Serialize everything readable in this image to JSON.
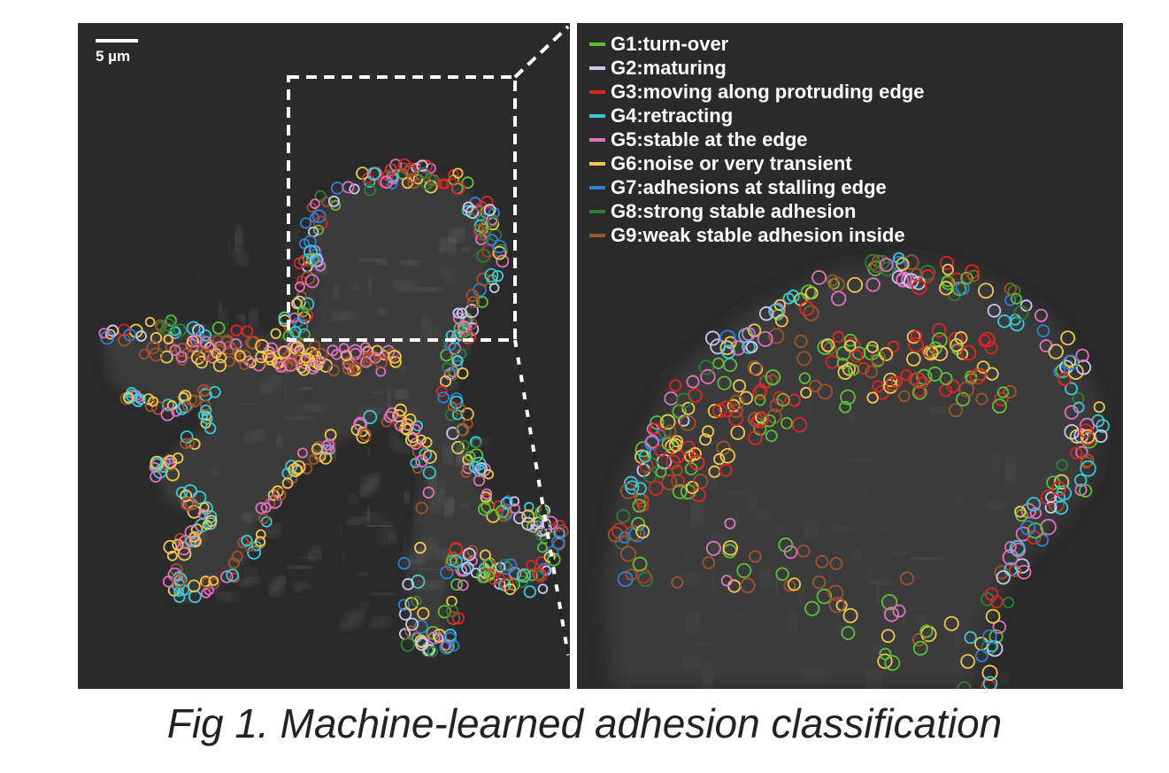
{
  "scale_bar": {
    "label": "5 µm"
  },
  "legend": [
    {
      "label": "G1:turn-over",
      "color": "#5cbf3a"
    },
    {
      "label": "G2:maturing",
      "color": "#c8c8f0"
    },
    {
      "label": "G3:moving along protruding edge",
      "color": "#e02424"
    },
    {
      "label": "G4:retracting",
      "color": "#3cc8d8"
    },
    {
      "label": "G5:stable at the edge",
      "color": "#e070c0"
    },
    {
      "label": "G6:noise or very transient",
      "color": "#f0c850"
    },
    {
      "label": "G7:adhesions at stalling edge",
      "color": "#2f7fd8"
    },
    {
      "label": "G8:strong stable adhesion",
      "color": "#2e7d32"
    },
    {
      "label": "G9:weak stable adhesion inside",
      "color": "#a0522d"
    }
  ],
  "caption": "Fig 1. Machine-learned adhesion classification"
}
